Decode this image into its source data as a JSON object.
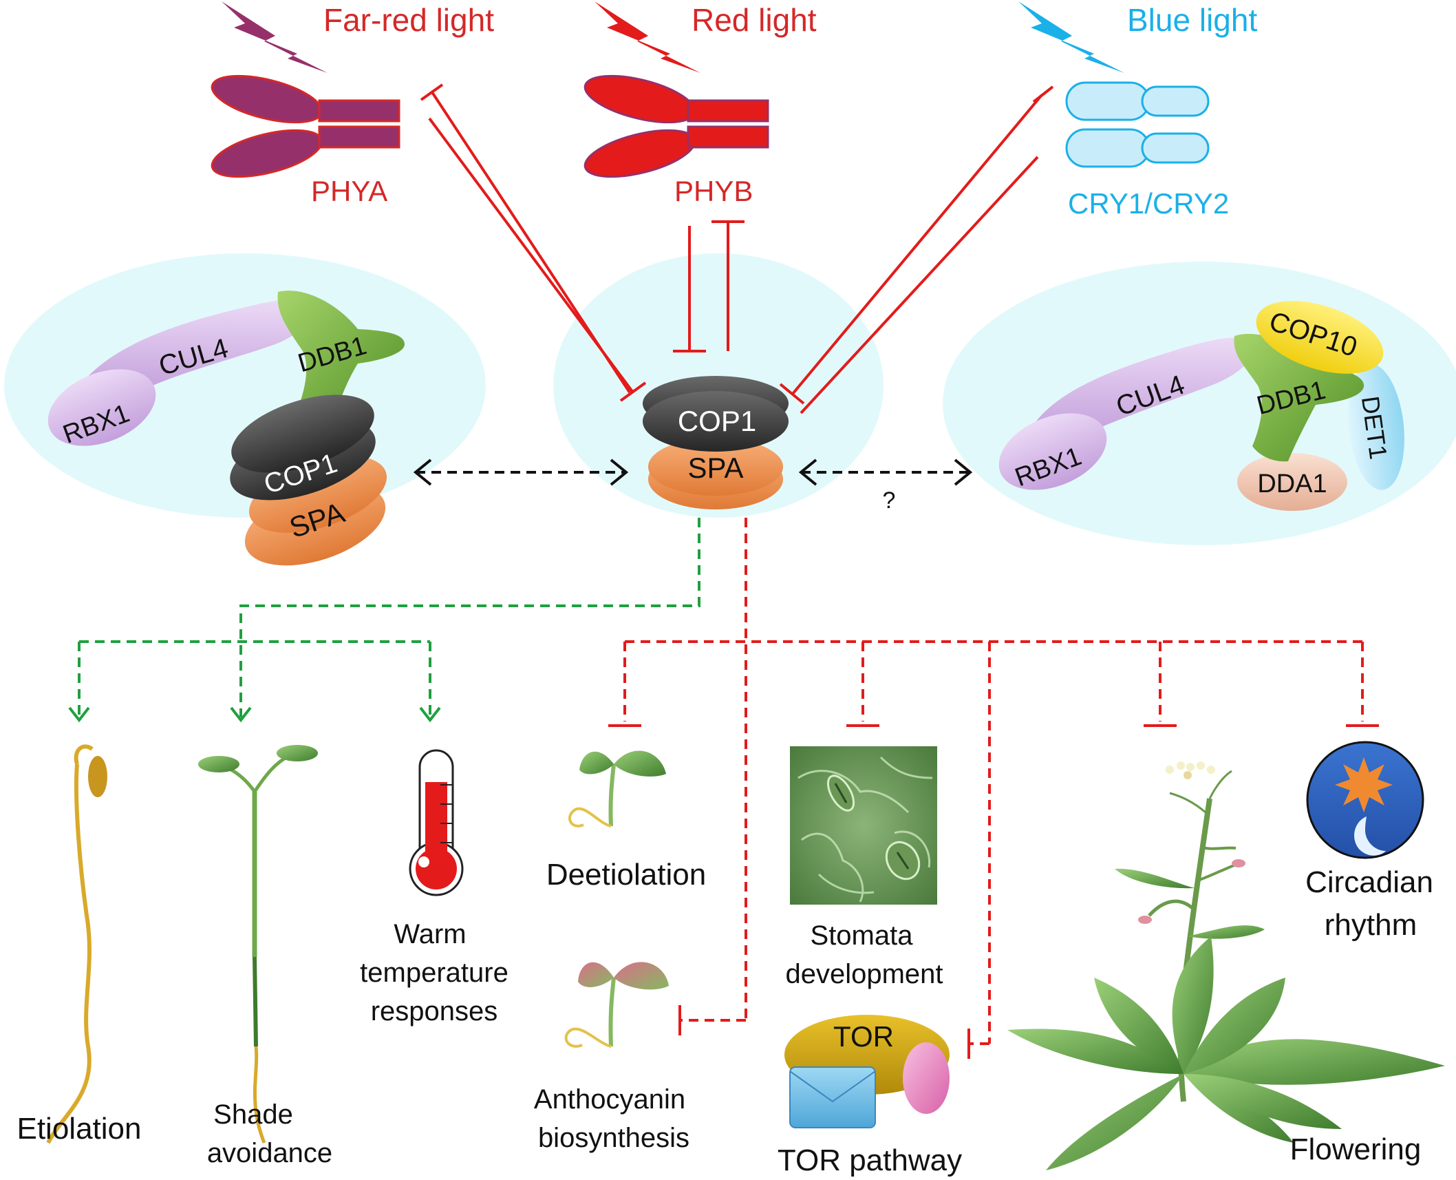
{
  "colors": {
    "far_red": "#96306a",
    "red": "#e31b1b",
    "red_text": "#d42828",
    "blue": "#1ab0e8",
    "green_arrow": "#1fa040",
    "black": "#111111",
    "halo": "#e2f9fb",
    "cop1": "#3f3f3f",
    "spa": "#f08c4c",
    "cul4": "#d4b4e8",
    "rbx1": "#d4b0e6",
    "ddb1": "#74b43c",
    "cop10": "#f6dc1a",
    "det1": "#b8e8f8",
    "dda1": "#f2c6b0"
  },
  "photoreceptors": {
    "far_red_light": "Far-red light",
    "red_light": "Red light",
    "blue_light": "Blue light",
    "phya": "PHYA",
    "phyb": "PHYB",
    "cry": "CRY1/CRY2"
  },
  "complexes": {
    "left": {
      "cul4": "CUL4",
      "rbx1": "RBX1",
      "ddb1": "DDB1",
      "cop1": "COP1",
      "spa": "SPA"
    },
    "center": {
      "cop1": "COP1",
      "spa": "SPA"
    },
    "right": {
      "cop10": "COP10",
      "cul4": "CUL4",
      "ddb1": "DDB1",
      "det1": "DET1",
      "rbx1": "RBX1",
      "dda1": "DDA1"
    },
    "question_mark": "?"
  },
  "outcomes": {
    "etiolation": "Etiolation",
    "shade_1": "Shade",
    "shade_2": "avoidance",
    "warm_1": "Warm",
    "warm_2": "temperature",
    "warm_3": "responses",
    "deetiolation": "Deetiolation",
    "anthocyanin_1": "Anthocyanin",
    "anthocyanin_2": "biosynthesis",
    "stomata_1": "Stomata",
    "stomata_2": "development",
    "tor_label": "TOR",
    "tor_pathway": "TOR pathway",
    "flowering": "Flowering",
    "circadian_1": "Circadian",
    "circadian_2": "rhythm"
  }
}
